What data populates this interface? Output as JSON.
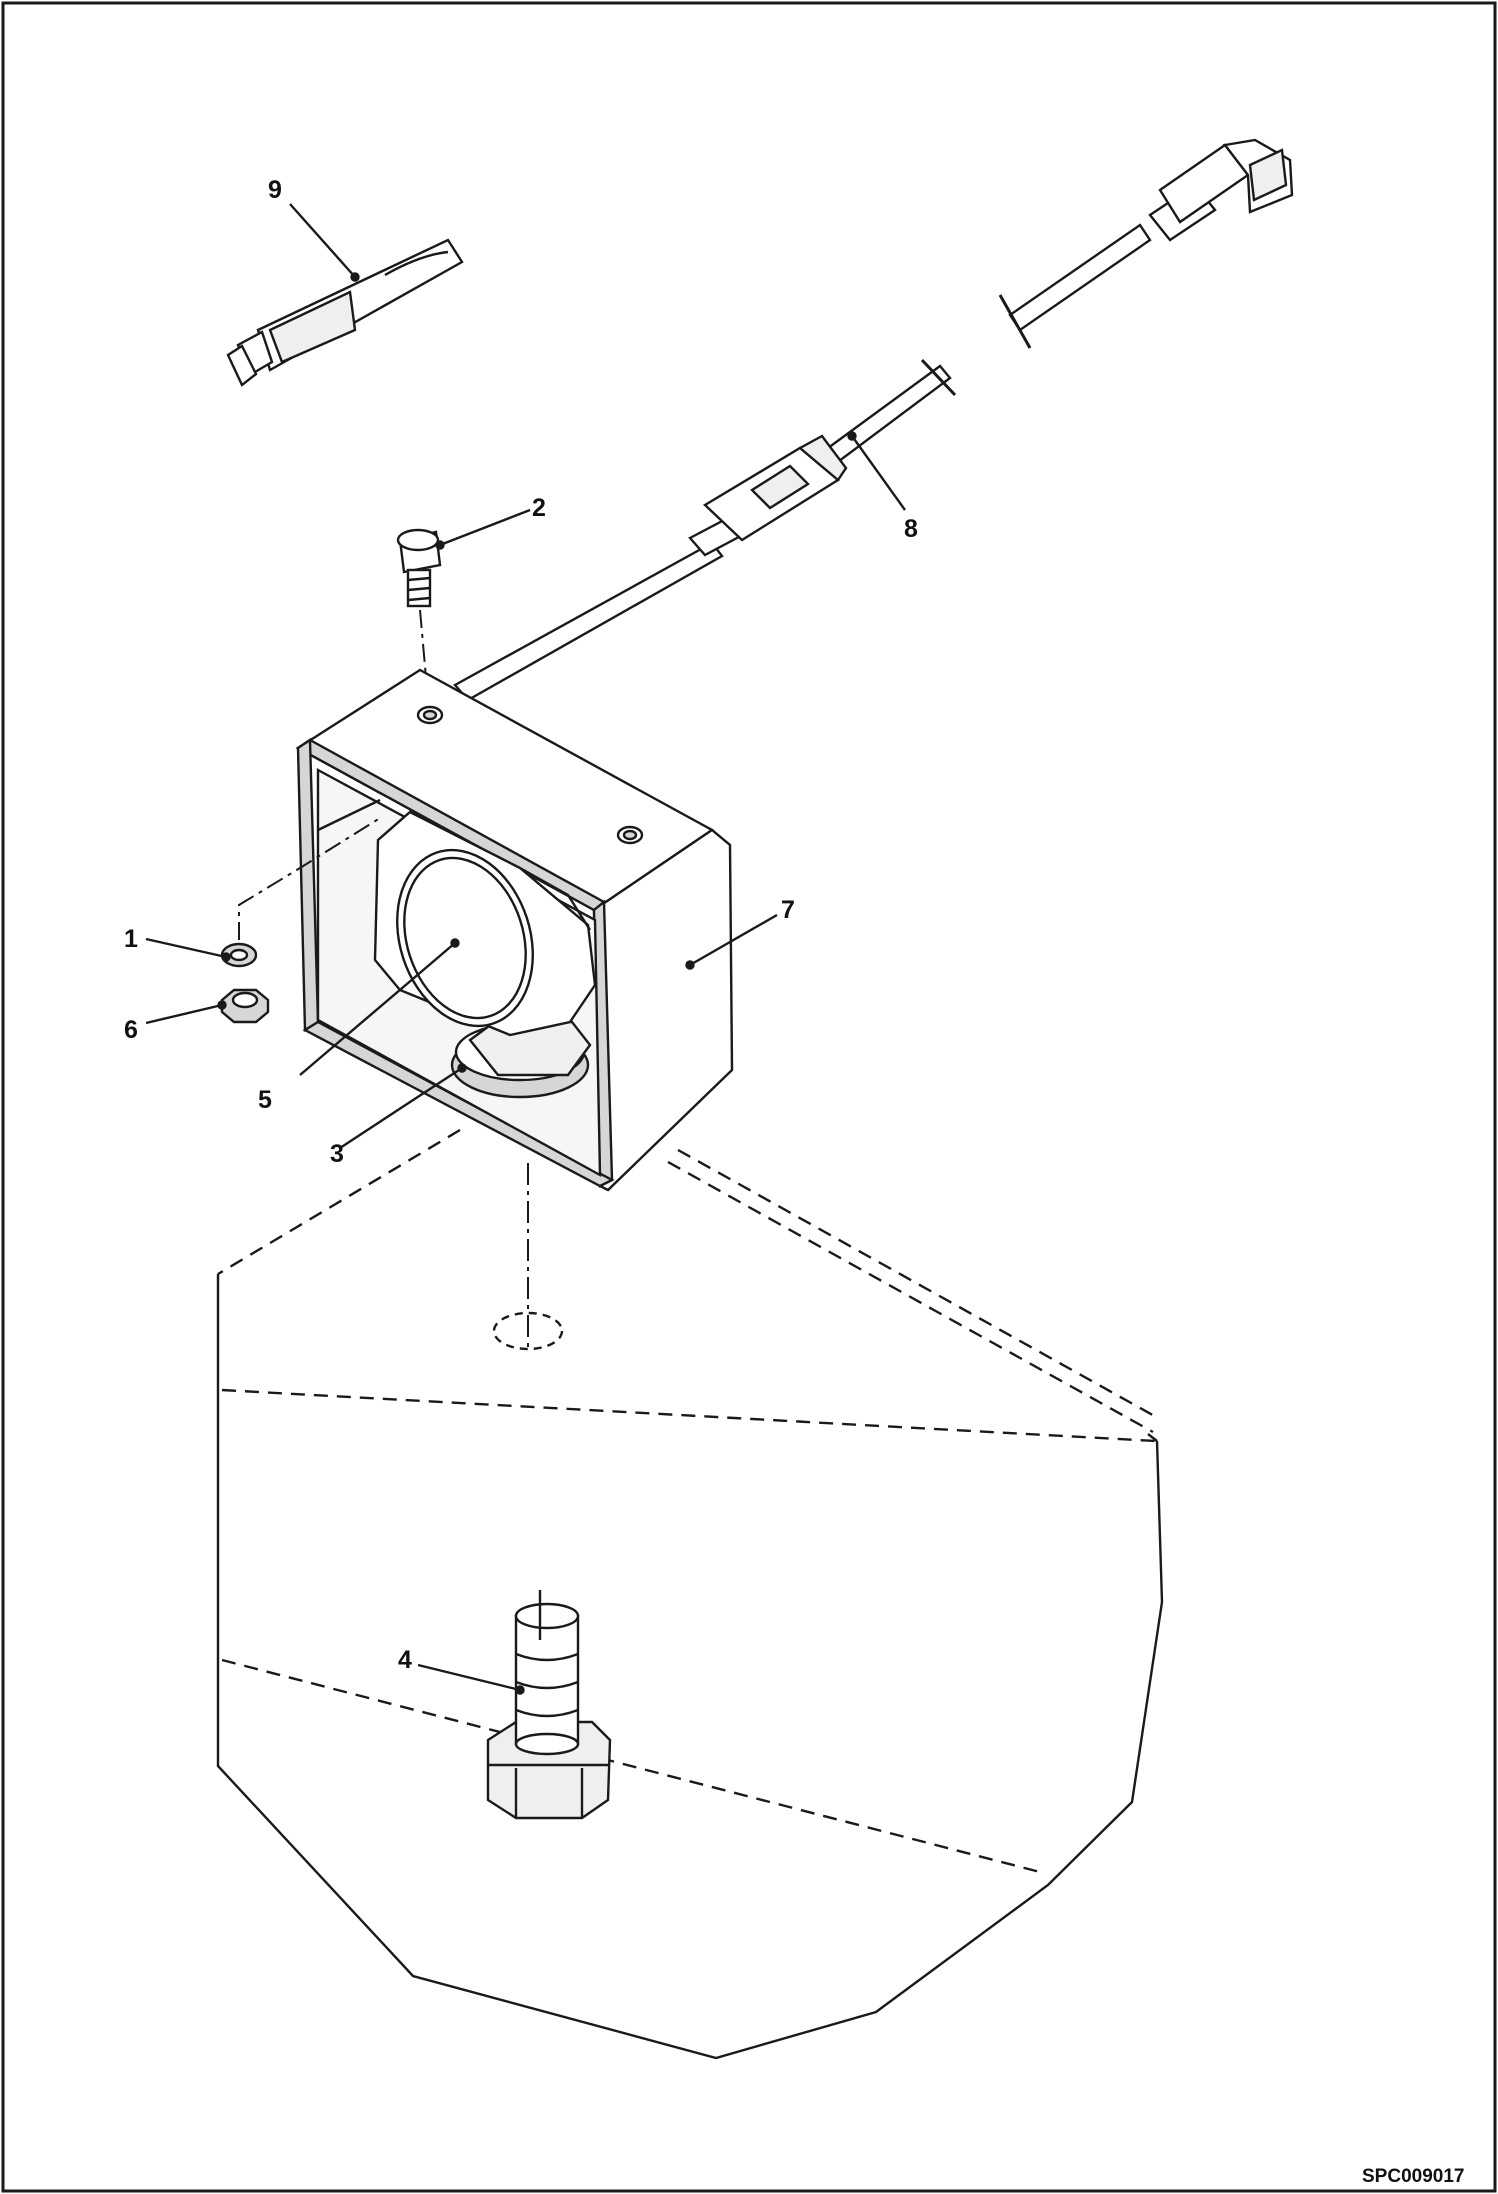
{
  "drawing": {
    "reference_code": "SPC009017",
    "colors": {
      "line": "#1a1a1a",
      "shade": "#d6d6d6",
      "light": "#efefef",
      "background": "#ffffff"
    }
  },
  "callouts": [
    {
      "id": "1",
      "label": "1",
      "part": "washer"
    },
    {
      "id": "2",
      "label": "2",
      "part": "bolt"
    },
    {
      "id": "3",
      "label": "3",
      "part": "sensor-seal"
    },
    {
      "id": "4",
      "label": "4",
      "part": "threaded-adapter"
    },
    {
      "id": "5",
      "label": "5",
      "part": "fuel-level-sensor"
    },
    {
      "id": "6",
      "label": "6",
      "part": "lock-nut"
    },
    {
      "id": "7",
      "label": "7",
      "part": "protective-cover"
    },
    {
      "id": "8",
      "label": "8",
      "part": "wiring-harness"
    },
    {
      "id": "9",
      "label": "9",
      "part": "sealant-tube"
    }
  ]
}
